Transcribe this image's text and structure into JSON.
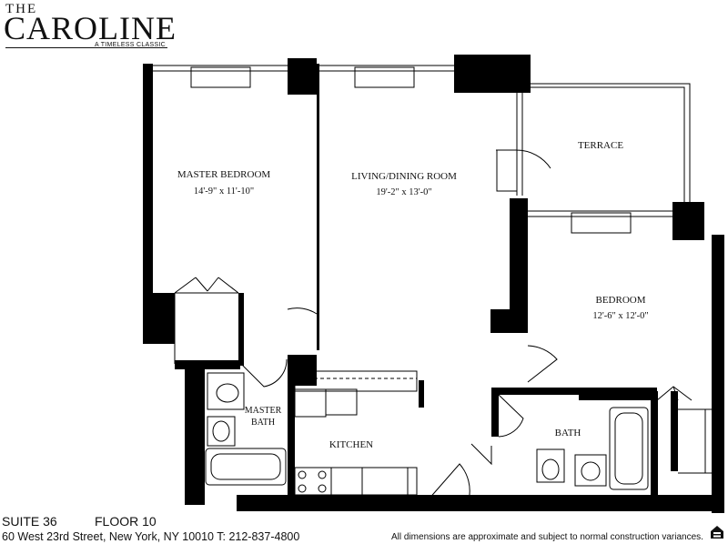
{
  "brand": {
    "the": "THE",
    "name": "CAROLINE",
    "tagline": "A TIMELESS CLASSIC"
  },
  "rooms": {
    "master_bedroom": {
      "label": "MASTER BEDROOM",
      "dims": "14'-9\" x 11'-10\""
    },
    "living_dining": {
      "label": "LIVING/DINING ROOM",
      "dims": "19'-2\" x 13'-0\""
    },
    "terrace": {
      "label": "TERRACE"
    },
    "bedroom": {
      "label": "BEDROOM",
      "dims": "12'-6\" x 12'-0\""
    },
    "master_bath": {
      "label_line1": "MASTER",
      "label_line2": "BATH"
    },
    "kitchen": {
      "label": "KITCHEN"
    },
    "bath": {
      "label": "BATH"
    }
  },
  "footer": {
    "suite": "SUITE 36",
    "floor": "FLOOR 10",
    "address": "60 West 23rd Street, New York, NY 10010 T: 212-837-4800",
    "disclaimer": "All dimensions are approximate and subject to normal construction variances.",
    "equal_housing_icon": "equal-housing-icon"
  }
}
